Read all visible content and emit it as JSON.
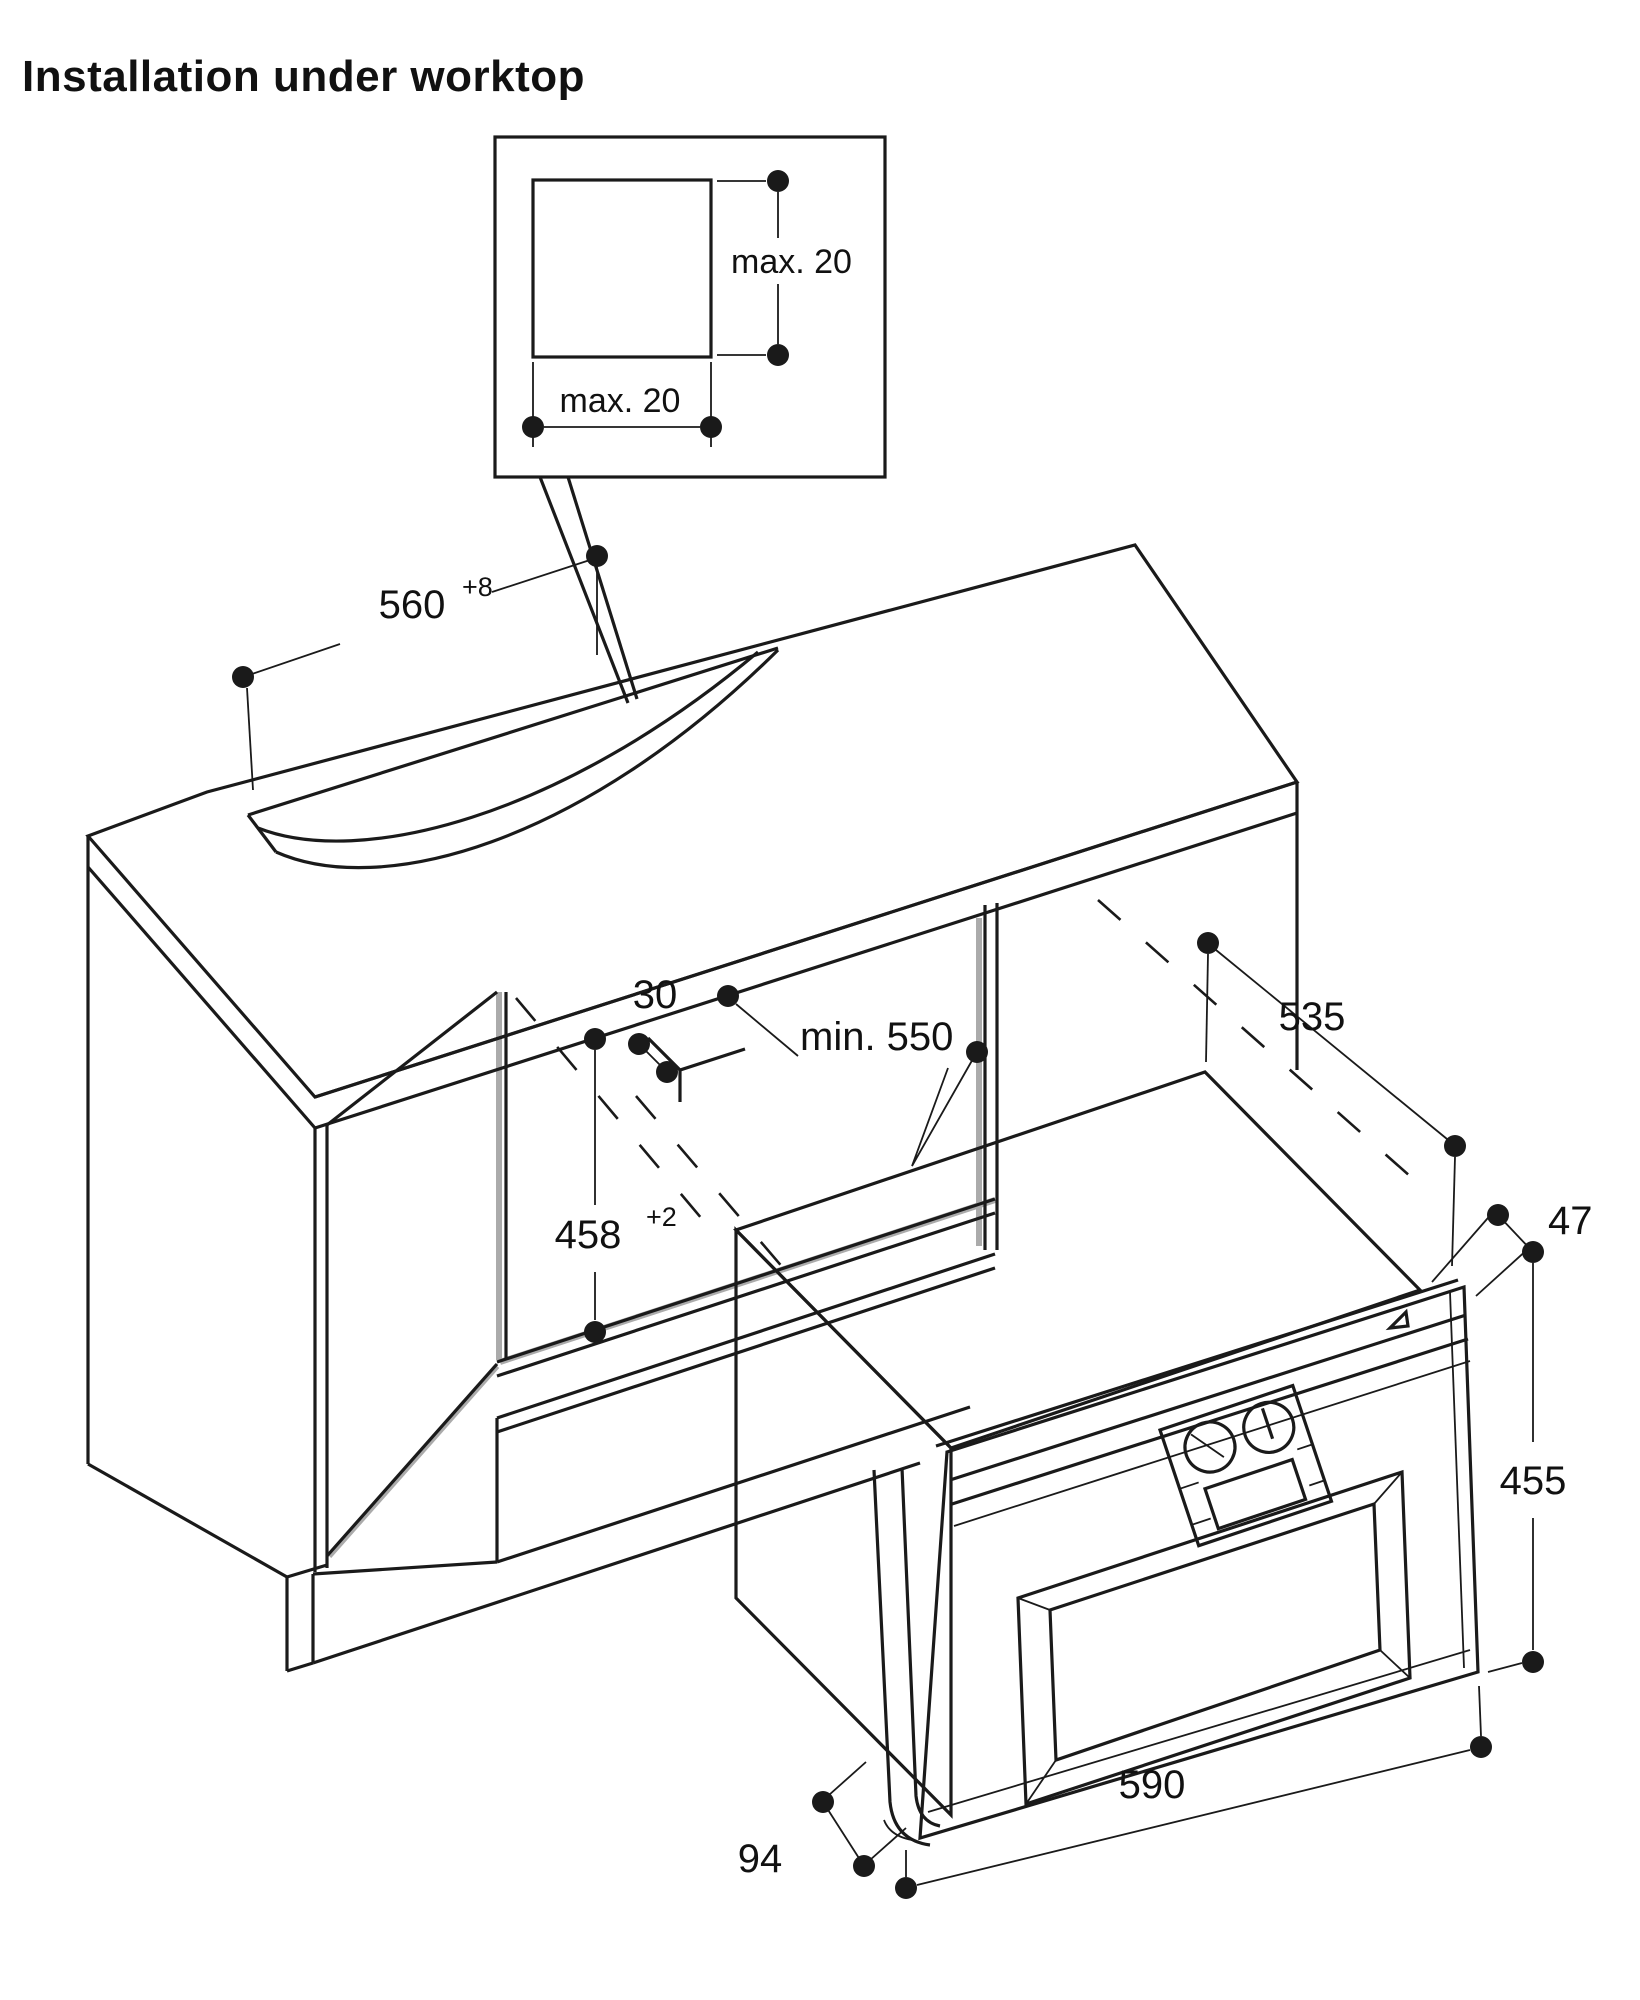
{
  "title": "Installation under worktop",
  "inset": {
    "dim_vertical": "max. 20",
    "dim_horizontal": "max. 20"
  },
  "dimensions": {
    "cutout_width": {
      "value": "560",
      "sup": "+8"
    },
    "front_offset": "30",
    "niche_depth": "min. 550",
    "niche_height": {
      "value": "458",
      "sup": "+2"
    },
    "appliance_depth": "535",
    "frame_overhang": "47",
    "appliance_height": "455",
    "appliance_width": "590",
    "handle_clearance": "94"
  },
  "colors": {
    "line": "#1a1a1a",
    "shade_gray": "#ababab",
    "oven_side_face": "#f0f0f0"
  }
}
